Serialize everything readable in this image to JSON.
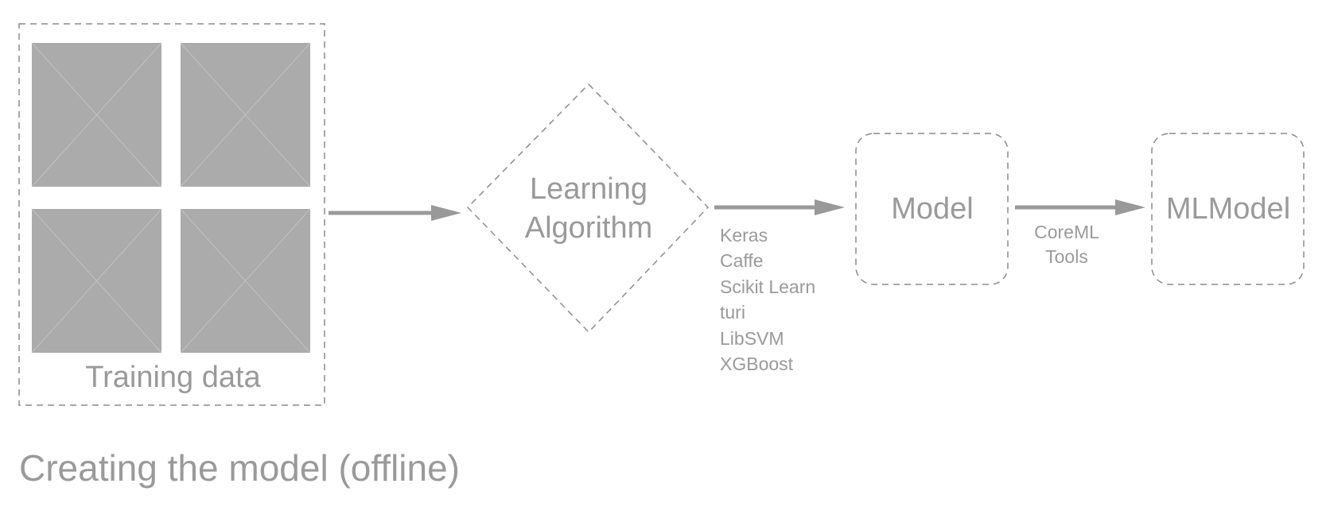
{
  "training_box": {
    "label": "Training data",
    "image_placeholders": [
      "image-placeholder",
      "image-placeholder",
      "image-placeholder",
      "image-placeholder"
    ]
  },
  "learning_algorithm": {
    "lines": [
      "Learning",
      "Algorithm"
    ]
  },
  "frameworks": [
    "Keras",
    "Caffe",
    "Scikit Learn",
    "turi",
    "LibSVM",
    "XGBoost"
  ],
  "model": {
    "label": "Model"
  },
  "conversion": {
    "lines": [
      "CoreML",
      "Tools"
    ]
  },
  "mlmodel": {
    "label": "MLModel"
  },
  "caption": "Creating the model (offline)",
  "colors": {
    "outline": "#8c8c8c",
    "placeholder_fill": "#ababab",
    "placeholder_lines": "#c2c2c2",
    "arrow": "#999999",
    "text": "#9a9a9a"
  }
}
